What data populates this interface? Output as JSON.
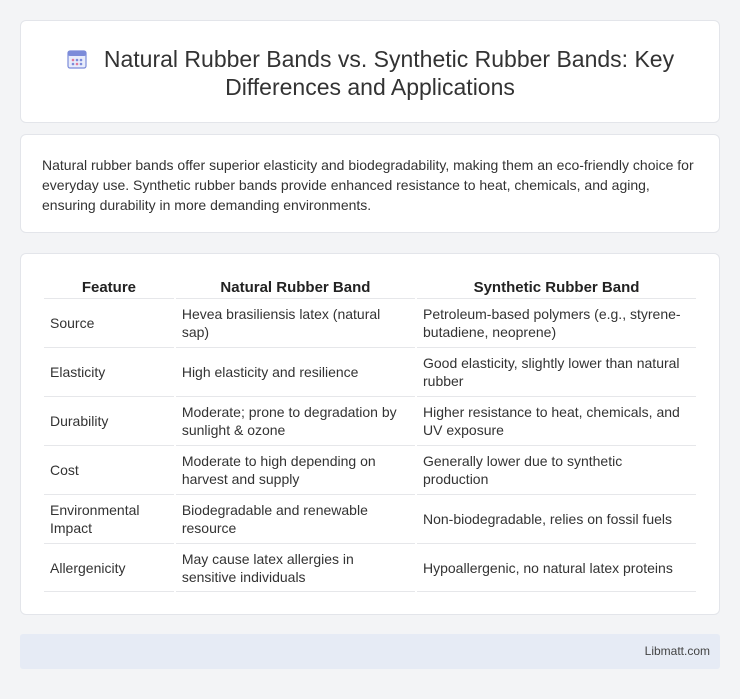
{
  "header": {
    "title": "Natural Rubber Bands vs. Synthetic Rubber Bands: Key Differences and Applications",
    "icon": "calendar-icon",
    "icon_color": "#7b8bd9"
  },
  "summary": {
    "text": "Natural rubber bands offer superior elasticity and biodegradability, making them an eco-friendly choice for everyday use. Synthetic rubber bands provide enhanced resistance to heat, chemicals, and aging, ensuring durability in more demanding environments."
  },
  "table": {
    "headers": [
      "Feature",
      "Natural Rubber Band",
      "Synthetic Rubber Band"
    ],
    "rows": [
      [
        "Source",
        "Hevea brasiliensis latex (natural sap)",
        "Petroleum-based polymers (e.g., styrene-butadiene, neoprene)"
      ],
      [
        "Elasticity",
        "High elasticity and resilience",
        "Good elasticity, slightly lower than natural rubber"
      ],
      [
        "Durability",
        "Moderate; prone to degradation by sunlight & ozone",
        "Higher resistance to heat, chemicals, and UV exposure"
      ],
      [
        "Cost",
        "Moderate to high depending on harvest and supply",
        "Generally lower due to synthetic production"
      ],
      [
        "Environmental Impact",
        "Biodegradable and renewable resource",
        "Non-biodegradable, relies on fossil fuels"
      ],
      [
        "Allergenicity",
        "May cause latex allergies in sensitive individuals",
        "Hypoallergenic, no natural latex proteins"
      ]
    ]
  },
  "footer": {
    "brand": "Libmatt.com"
  }
}
